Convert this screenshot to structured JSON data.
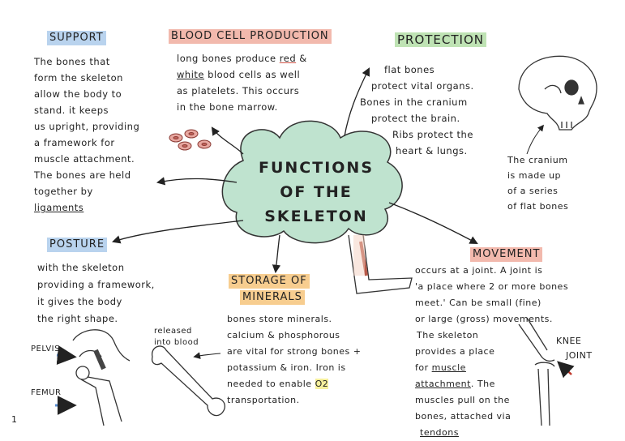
{
  "center": {
    "line1": "FUNCTIONS",
    "line2": "OF THE",
    "line3": "SKELETON"
  },
  "support": {
    "title": "SUPPORT",
    "lines": [
      "The bones that",
      "form the skeleton",
      "allow the body to",
      "stand. it keeps",
      "us upright, providing",
      "a framework for",
      "muscle attachment.",
      "The bones are held",
      "together by"
    ],
    "last": "ligaments"
  },
  "blood": {
    "title": "BLOOD CELL PRODUCTION",
    "l1a": "long bones produce ",
    "l1b": "red",
    "l1c": " &",
    "l2a": "white",
    "l2b": " blood cells as well",
    "l3": "as platelets. This occurs",
    "l4": "in the bone marrow."
  },
  "protection": {
    "title": "PROTECTION",
    "lines": [
      "flat bones",
      "protect vital organs.",
      "Bones in the cranium",
      "protect the brain.",
      "Ribs protect the",
      "heart & lungs."
    ]
  },
  "cranium": {
    "lines": [
      "The cranium",
      "is made up",
      "of a series",
      "of flat bones"
    ]
  },
  "posture": {
    "title": "POSTURE",
    "lines": [
      "with the skeleton",
      "providing a framework,",
      "it gives the body",
      "the right shape."
    ]
  },
  "storage": {
    "title1": "STORAGE OF",
    "title2": "MINERALS",
    "lines": [
      "bones store minerals.",
      "calcium & phosphorous",
      "are vital for strong bones +",
      "potassium & iron. Iron is"
    ],
    "l5a": "needed to enable ",
    "l5b": "O2",
    "l6": "transportation."
  },
  "released": {
    "line1": "released",
    "line2": "into blood"
  },
  "movement": {
    "title": "MOVEMENT",
    "lines": [
      "occurs at a joint. A joint is",
      "'a place where 2 or more bones",
      "meet.' Can be small (fine)",
      "or large (gross) movements.",
      "The skeleton",
      "provides a place"
    ],
    "for_text": "for ",
    "muscle": "muscle",
    "attachment": "attachment",
    "after": ". The",
    "l9": "muscles pull on the",
    "l10": "bones, attached via",
    "tendons": "tendons"
  },
  "labels": {
    "pelvis": "PELVIS",
    "femur": "FEMUR",
    "knee": "KNEE",
    "joint": "JOINT"
  },
  "page_number": "1"
}
